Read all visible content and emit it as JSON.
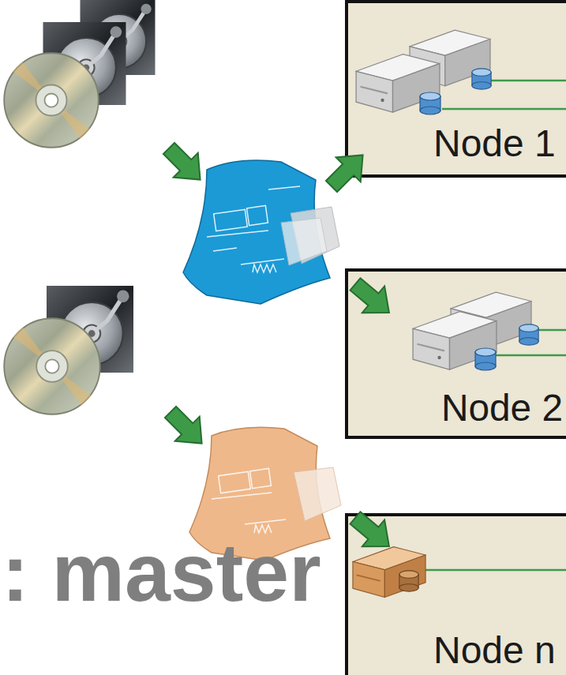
{
  "diagram": {
    "nodes": [
      {
        "text": [
          "Node 1"
        ]
      },
      {
        "text": [
          "Node 2"
        ]
      },
      {
        "text": [
          "Node n"
        ]
      }
    ],
    "labels": [
      ": master"
    ]
  }
}
